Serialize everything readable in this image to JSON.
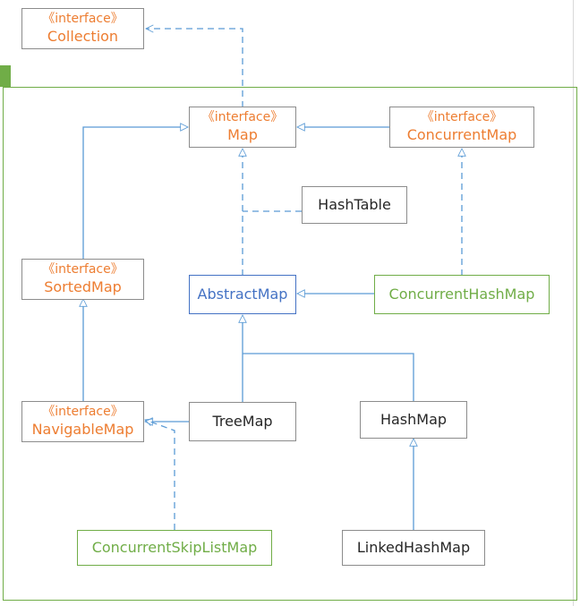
{
  "stereotype": "《interface》",
  "nodes": {
    "collection": {
      "name": "Collection"
    },
    "map": {
      "name": "Map"
    },
    "concurrent_map": {
      "name": "ConcurrentMap"
    },
    "hashtable": {
      "name": "HashTable"
    },
    "sorted_map": {
      "name": "SortedMap"
    },
    "abstract_map": {
      "name": "AbstractMap"
    },
    "concurrent_hash_map": {
      "name": "ConcurrentHashMap"
    },
    "navigable_map": {
      "name": "NavigableMap"
    },
    "tree_map": {
      "name": "TreeMap"
    },
    "hash_map": {
      "name": "HashMap"
    },
    "concurrent_skip_list_map": {
      "name": "ConcurrentSkipListMap"
    },
    "linked_hash_map": {
      "name": "LinkedHashMap"
    }
  },
  "colors": {
    "interface_text": "#ed7d31",
    "abstract": "#4472c4",
    "concurrent": "#70ad47",
    "connector": "#5b9bd5",
    "plain_border": "#8c8c8c"
  },
  "edges": [
    {
      "from": "map",
      "to": "collection",
      "style": "dashed"
    },
    {
      "from": "concurrent_map",
      "to": "map",
      "style": "solid"
    },
    {
      "from": "sorted_map",
      "to": "map",
      "style": "solid"
    },
    {
      "from": "abstract_map",
      "to": "map",
      "style": "dashed"
    },
    {
      "from": "hashtable",
      "to": "map",
      "style": "dashed"
    },
    {
      "from": "concurrent_hash_map",
      "to": "abstract_map",
      "style": "solid"
    },
    {
      "from": "concurrent_hash_map",
      "to": "concurrent_map",
      "style": "dashed"
    },
    {
      "from": "navigable_map",
      "to": "sorted_map",
      "style": "solid"
    },
    {
      "from": "tree_map",
      "to": "abstract_map",
      "style": "solid"
    },
    {
      "from": "hash_map",
      "to": "abstract_map",
      "style": "solid"
    },
    {
      "from": "tree_map",
      "to": "navigable_map",
      "style": "solid"
    },
    {
      "from": "concurrent_skip_list_map",
      "to": "navigable_map",
      "style": "dashed"
    },
    {
      "from": "linked_hash_map",
      "to": "hash_map",
      "style": "solid"
    }
  ]
}
